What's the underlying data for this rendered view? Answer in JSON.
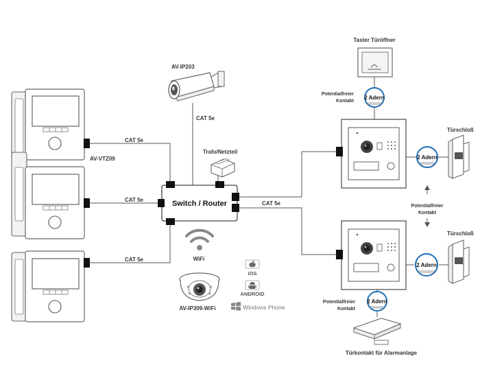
{
  "labels": {
    "switch": "Switch / Router",
    "cat5e": "CAT 5e",
    "av_vtz09": "AV-VTZ09",
    "av_ip203": "AV-IP203",
    "trafo": "Trafo/Netzteil",
    "wifi": "WiFi",
    "av_ip309_wifi": "AV-IP309-WiFi",
    "ios": "iOS",
    "android": "ANDROID",
    "windows_phone": "Windows Phone",
    "taster": "Taster Türöffner",
    "potentialfreier": "Potentialfreier",
    "kontakt": "Kontakt",
    "adern": "2 Adern",
    "tuerschloss": "Türschloß",
    "tuerkontakt": "Türkontakt für Alarmanlage"
  },
  "colors": {
    "badge_ring": "#1f6fb5",
    "line": "#555555",
    "device_stroke": "#666666",
    "port": "#111111"
  },
  "icons": [
    "monitor-icon",
    "camera-icon",
    "power-supply-icon",
    "wifi-icon",
    "dome-camera-icon",
    "apple-icon",
    "android-icon",
    "windows-icon",
    "door-station-icon",
    "door-lock-icon",
    "push-button-icon",
    "door-contact-icon"
  ]
}
